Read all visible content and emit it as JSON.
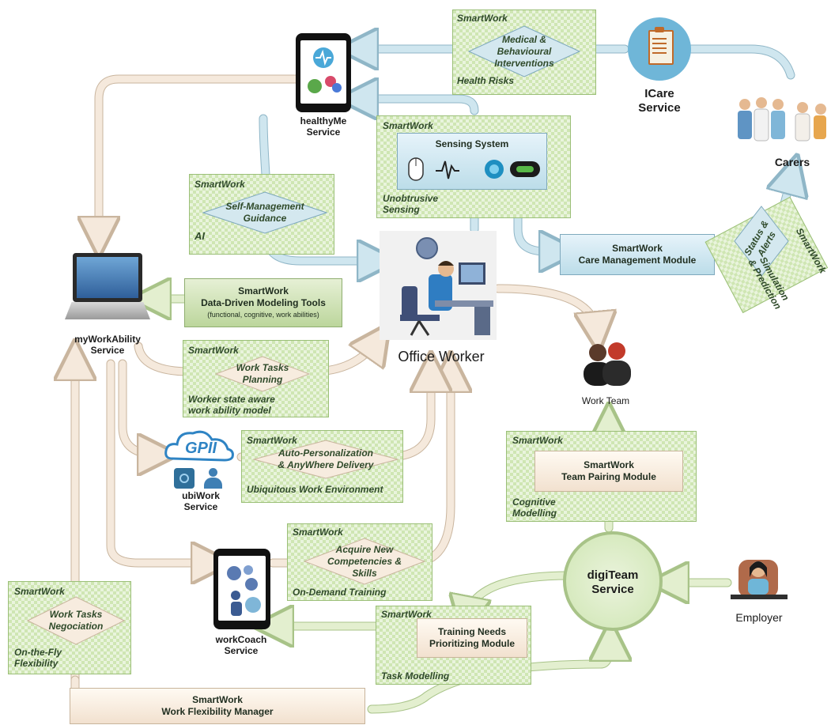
{
  "smartwork_tag": "SmartWork",
  "services": {
    "healthyme": "healthyMe\nService",
    "icare": "ICare\nService",
    "carers": "Carers",
    "myworkability": "myWorkAbility\nService",
    "ubiwork": "ubiWork\nService",
    "gpii": "GPII",
    "workcoach": "workCoach\nService",
    "digiteam": "digiTeam\nService",
    "employer": "Employer",
    "work_team": "Work Team",
    "office_worker": "Office Worker"
  },
  "panels": {
    "health_risks": {
      "diamond": "Medical &\nBehavioural\nInterventions",
      "caption": "Health Risks"
    },
    "sensing": {
      "title": "Sensing System",
      "caption": "Unobtrusive\nSensing"
    },
    "self_management": {
      "diamond": "Self-Management\nGuidance",
      "caption": "AI"
    },
    "simulation": {
      "diamond": "Status &\nAlerts",
      "caption": "Simulation\n& Prediction"
    },
    "work_tasks_planning": {
      "diamond": "Work Tasks\nPlanning",
      "caption": "Worker state aware\nwork ability model"
    },
    "auto_personalization": {
      "diamond": "Auto-Personalization\n& AnyWhere Delivery",
      "caption": "Ubiquitous Work Environment"
    },
    "acquire": {
      "diamond": "Acquire New\nCompetencies &\nSkills",
      "caption": "On-Demand Training"
    },
    "negociation": {
      "diamond": "Work Tasks\nNegociation",
      "caption": "On-the-Fly\nFlexibility"
    },
    "team_pairing": {
      "caption": "Cognitive\nModelling"
    },
    "training": {
      "caption": "Task Modelling"
    }
  },
  "modules": {
    "care_management": {
      "line1": "SmartWork",
      "line2": "Care Management Module"
    },
    "data_driven": {
      "line1": "SmartWork",
      "line2": "Data-Driven Modeling Tools",
      "line3": "(functional, cognitive, work abilities)"
    },
    "team_pairing": {
      "line1": "SmartWork",
      "line2": "Team Pairing Module"
    },
    "training_needs": {
      "line1": "Training Needs",
      "line2": "Prioritizing Module"
    },
    "flexibility": {
      "line1": "SmartWork",
      "line2": "Work Flexibility Manager"
    }
  },
  "colors": {
    "panel": "#cfe6b3",
    "blue_flow": "#cfe6ef",
    "peach_flow": "#f5e9dc",
    "green_flow": "#e3efcf",
    "tablet_bezel": "#111111",
    "icare_circle": "#6fb6d8"
  }
}
